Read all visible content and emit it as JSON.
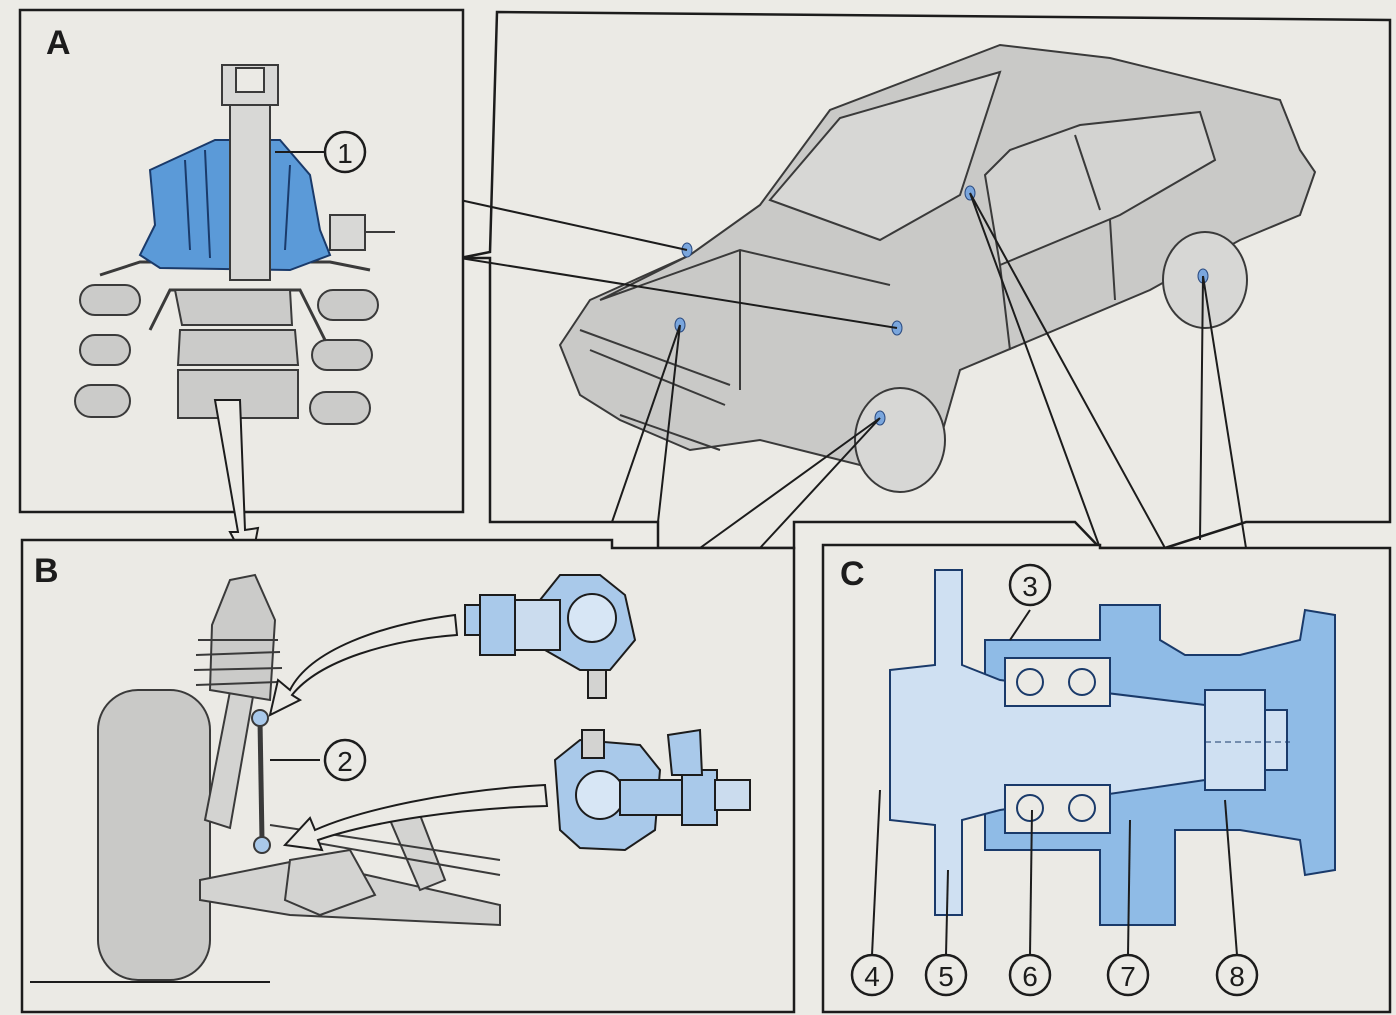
{
  "panels": {
    "a": "A",
    "b": "B",
    "c": "C"
  },
  "callouts": [
    "1",
    "2",
    "3",
    "4",
    "5",
    "6",
    "7",
    "8"
  ],
  "colors": {
    "background": "#ecebe6",
    "line": "#1c1c1c",
    "metal": "#cbcbc9",
    "highlight": "#5b9ad8",
    "highlight_light": "#a9c9ea",
    "marker": "#7aa6dd"
  }
}
